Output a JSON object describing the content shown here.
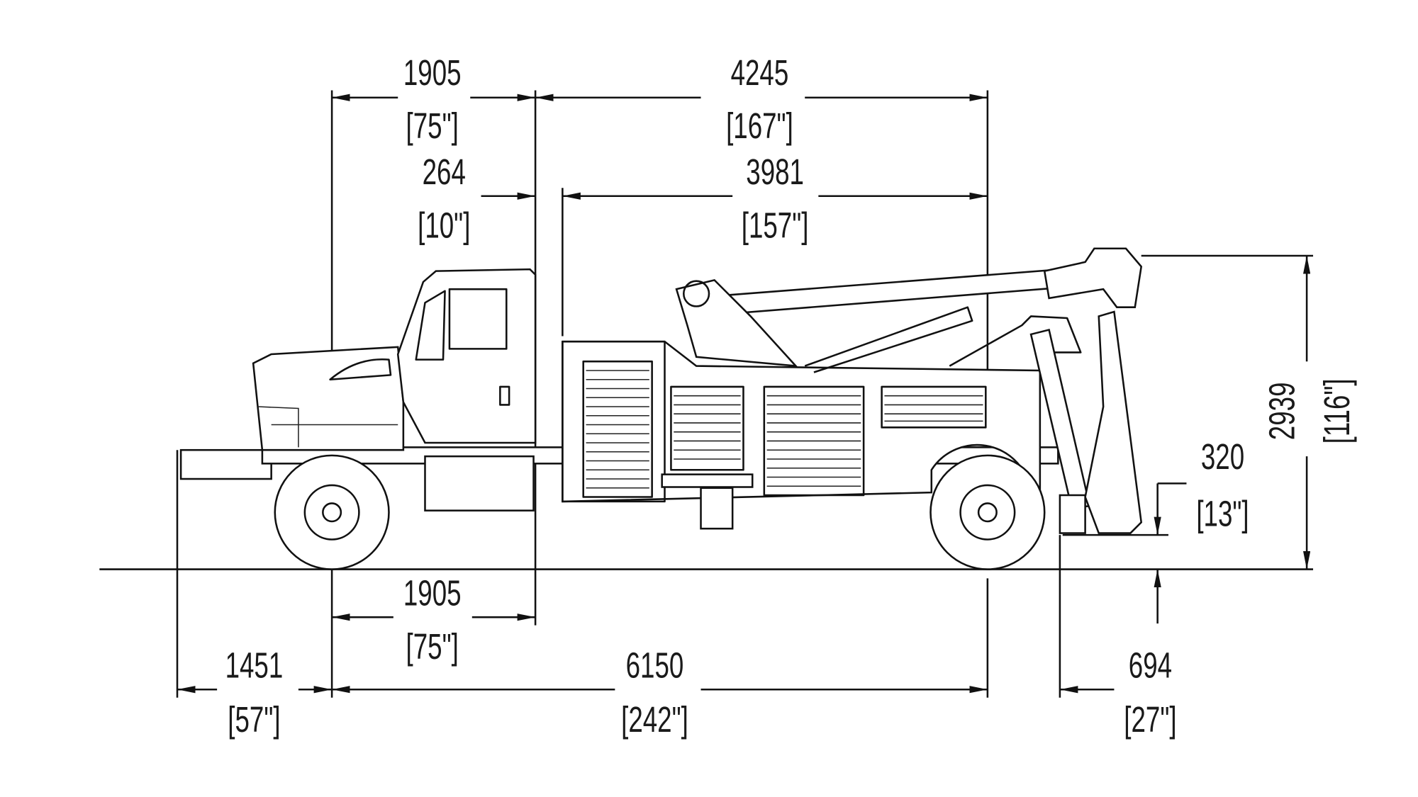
{
  "dimensions": {
    "cab_to_axle_top": {
      "mm": "1905",
      "in": "[75\"]"
    },
    "body_top": {
      "mm": "4245",
      "in": "[167\"]"
    },
    "cab_gap": {
      "mm": "264",
      "in": "[10\"]"
    },
    "body_length": {
      "mm": "3981",
      "in": "[157\"]"
    },
    "cab_to_axle_bottom": {
      "mm": "1905",
      "in": "[75\"]"
    },
    "front_overhang": {
      "mm": "1451",
      "in": "[57\"]"
    },
    "wheelbase": {
      "mm": "6150",
      "in": "[242\"]"
    },
    "rear_overhang": {
      "mm": "694",
      "in": "[27\"]"
    },
    "overall_height": {
      "mm": "2939",
      "in": "[116\"]"
    },
    "underlift_clearance": {
      "mm": "320",
      "in": "[13\"]"
    }
  }
}
